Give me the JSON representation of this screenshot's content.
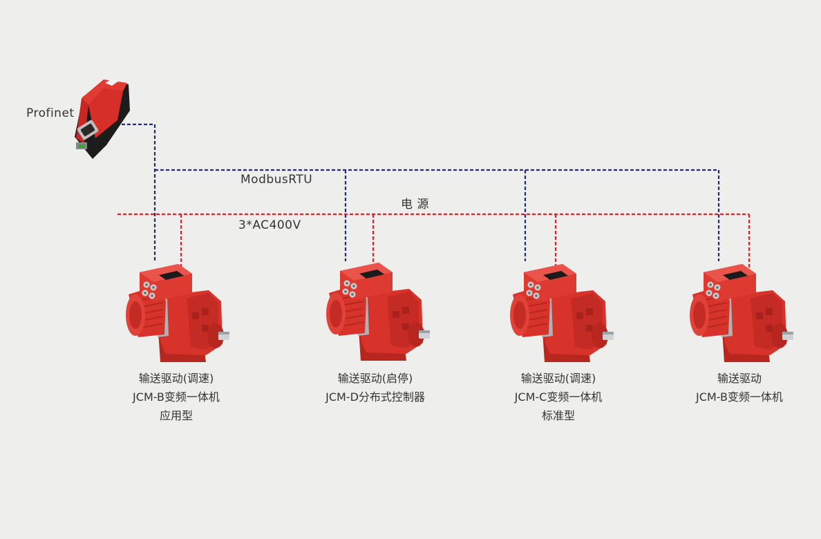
{
  "colors": {
    "background": "#eeeeed",
    "bus_line": "#1f2a7a",
    "power_line": "#d9242b",
    "device_red": "#d8332b",
    "text": "#333333"
  },
  "labels": {
    "profinet": "Profinet",
    "modbus": "ModbusRTU",
    "power": "电 源",
    "voltage": "3*AC400V"
  },
  "drives": [
    {
      "icon": "gear-motor-icon",
      "lines": [
        "输送驱动(调速)",
        "JCM-B变频一体机",
        "应用型"
      ]
    },
    {
      "icon": "gear-motor-icon",
      "lines": [
        "输送驱动(启停)",
        "JCM-D分布式控制器"
      ]
    },
    {
      "icon": "gear-motor-icon",
      "lines": [
        "输送驱动(调速)",
        "JCM-C变频一体机",
        "标准型"
      ]
    },
    {
      "icon": "gear-motor-icon",
      "lines": [
        "输送驱动",
        "JCM-B变频一体机"
      ]
    }
  ]
}
